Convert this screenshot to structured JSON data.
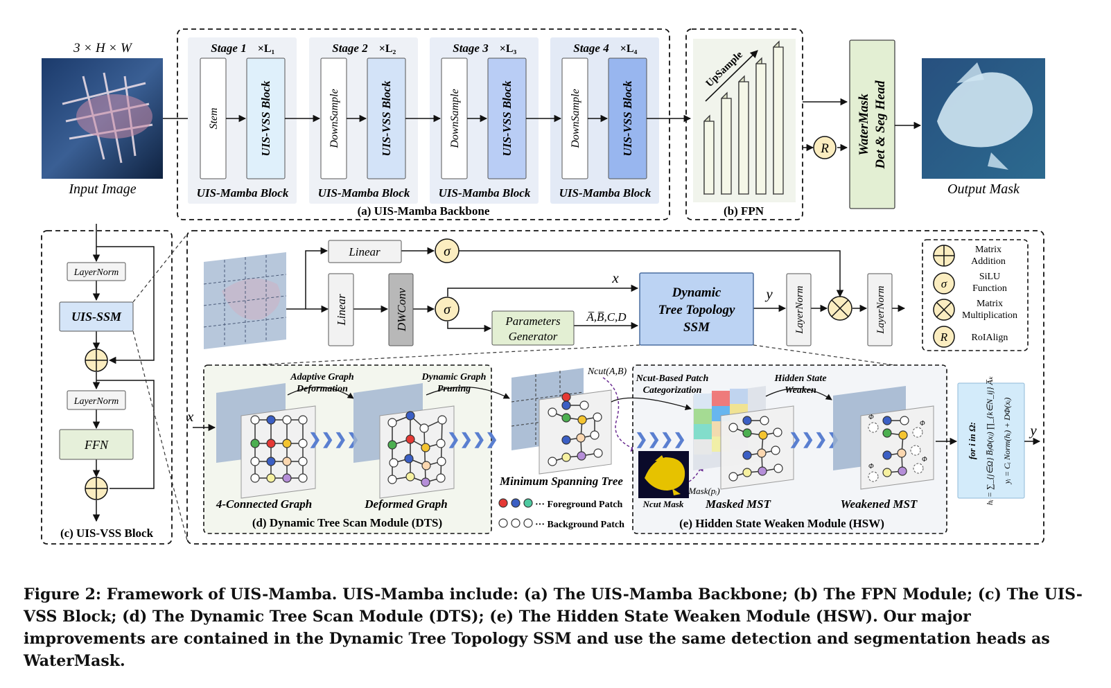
{
  "input": {
    "dims": "3 × H × W",
    "label": "Input Image"
  },
  "output": {
    "label": "Output Mask"
  },
  "backbone": {
    "caption": "(a) UIS-Mamba Backbone",
    "stages": [
      {
        "title": "Stage 1",
        "mult": "×L₁",
        "first": "Stem",
        "second": "UIS-VSS Block",
        "footer": "UIS-Mamba Block"
      },
      {
        "title": "Stage 2",
        "mult": "×L₂",
        "first": "DownSample",
        "second": "UIS-VSS Block",
        "footer": "UIS-Mamba Block"
      },
      {
        "title": "Stage 3",
        "mult": "×L₃",
        "first": "DownSample",
        "second": "UIS-VSS Block",
        "footer": "UIS-Mamba Block"
      },
      {
        "title": "Stage 4",
        "mult": "×L₄",
        "first": "DownSample",
        "second": "UIS-VSS Block",
        "footer": "UIS-Mamba Block"
      }
    ]
  },
  "fpn": {
    "caption": "(b) FPN",
    "upsample": "UpSample"
  },
  "head": {
    "line1": "WaterMask",
    "line2": "Det & Seg Head",
    "r": "R"
  },
  "vss": {
    "caption": "(c) UIS-VSS Block",
    "layernorm1": "LayerNorm",
    "ssm": "UIS-SSM",
    "layernorm2": "LayerNorm",
    "ffn": "FFN"
  },
  "ssm_block": {
    "linear_top": "Linear",
    "linear_side": "Linear",
    "dwconv": "DWConv",
    "sigma": "σ",
    "x": "x",
    "y": "y",
    "params1": "Parameters",
    "params2": "Generator",
    "abcd": "A̅,B̅,C,D",
    "dtt1": "Dynamic",
    "dtt2": "Tree Topology",
    "dtt3": "SSM",
    "layernorm_a": "LayerNorm",
    "layernorm_b": "LayerNorm"
  },
  "legend": [
    {
      "symbol": "plus",
      "line1": "Matrix",
      "line2": "Addition"
    },
    {
      "symbol": "sigma",
      "line1": "SiLU",
      "line2": "Function"
    },
    {
      "symbol": "times",
      "line1": "Matrix",
      "line2": "Multiplication"
    },
    {
      "symbol": "R",
      "line1": "RoIAlign",
      "line2": ""
    }
  ],
  "dts": {
    "caption": "(d) Dynamic Tree Scan Module (DTS)",
    "x": "x",
    "arrow1a": "Adaptive Graph",
    "arrow1b": "Deformation",
    "arrow2a": "Dynamic Graph",
    "arrow2b": "Pruning",
    "graph1": "4-Connected Graph",
    "graph2": "Deformed Graph",
    "mst": "Minimum Spanning Tree",
    "ncut": "Ncut(A,B)",
    "fg": "··· Foreground Patch",
    "bg": "··· Background Patch"
  },
  "hsw": {
    "caption": "(e) Hidden State Weaken Module (HSW)",
    "cat1": "Ncut-Based Patch",
    "cat2": "Categorization",
    "weak1": "Hidden State",
    "weak2": "Weaken",
    "ncut_mask": "Ncut Mask",
    "mask_p": "Mask(pᵢ)",
    "masked_mst": "Masked MST",
    "weakened_mst": "Weakened MST",
    "phi": "Φ",
    "y": "y"
  },
  "formula": {
    "line1": "for i in Ω:",
    "line2": "hᵢ = ∑_{j∈Ω} B̅ⱼΦ(xⱼ) ∏_{k∈N_ij} A̅ₖ",
    "line3": "yᵢ = Cᵢ Norm(hᵢ) + DΦ(xᵢ)"
  },
  "caption": "Figure 2: Framework of UIS-Mamba. UIS-Mamba include: (a) The UIS-Mamba Backbone; (b) The FPN Module; (c) The UIS-VSS Block; (d) The Dynamic Tree Scan Module (DTS); (e) The Hidden State Weaken Module (HSW). Our major improvements are contained in the Dynamic Tree Topology SSM and use the same detection and segmentation heads as WaterMask."
}
